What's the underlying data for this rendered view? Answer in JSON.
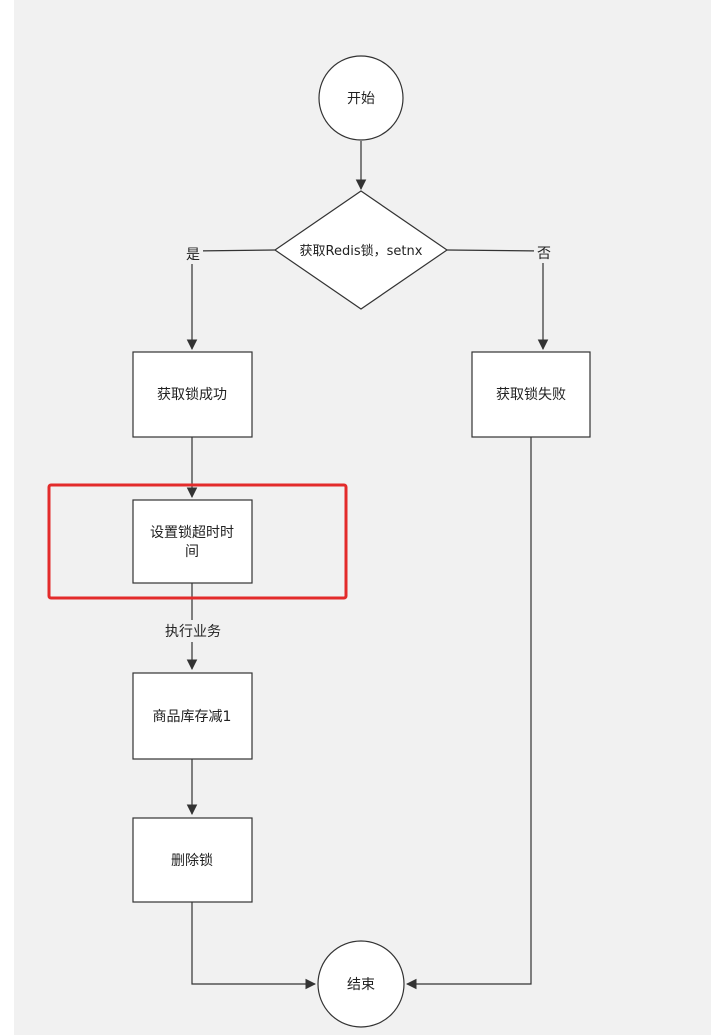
{
  "diagram": {
    "type": "flowchart",
    "nodes": {
      "start": {
        "label": "开始",
        "shape": "circle"
      },
      "decision": {
        "label": "获取Redis锁，setnx",
        "shape": "diamond"
      },
      "lock_success": {
        "label": "获取锁成功",
        "shape": "rect"
      },
      "lock_fail": {
        "label": "获取锁失败",
        "shape": "rect"
      },
      "set_timeout": {
        "label_line1": "设置锁超时时",
        "label_line2": "间",
        "shape": "rect",
        "highlighted": true
      },
      "reduce_stock": {
        "label": "商品库存减1",
        "shape": "rect"
      },
      "delete_lock": {
        "label": "删除锁",
        "shape": "rect"
      },
      "end": {
        "label": "结束",
        "shape": "circle"
      }
    },
    "edge_labels": {
      "yes": "是",
      "no": "否",
      "execute_business": "执行业务"
    },
    "edges": [
      {
        "from": "start",
        "to": "decision"
      },
      {
        "from": "decision",
        "to": "lock_success",
        "label_key": "yes"
      },
      {
        "from": "decision",
        "to": "lock_fail",
        "label_key": "no"
      },
      {
        "from": "lock_success",
        "to": "set_timeout"
      },
      {
        "from": "set_timeout",
        "to": "reduce_stock",
        "label_key": "execute_business"
      },
      {
        "from": "reduce_stock",
        "to": "delete_lock"
      },
      {
        "from": "delete_lock",
        "to": "end"
      },
      {
        "from": "lock_fail",
        "to": "end"
      }
    ],
    "colors": {
      "background": "#f1f1f1",
      "node_fill": "#ffffff",
      "stroke": "#333333",
      "highlight": "#e32b2b"
    }
  }
}
